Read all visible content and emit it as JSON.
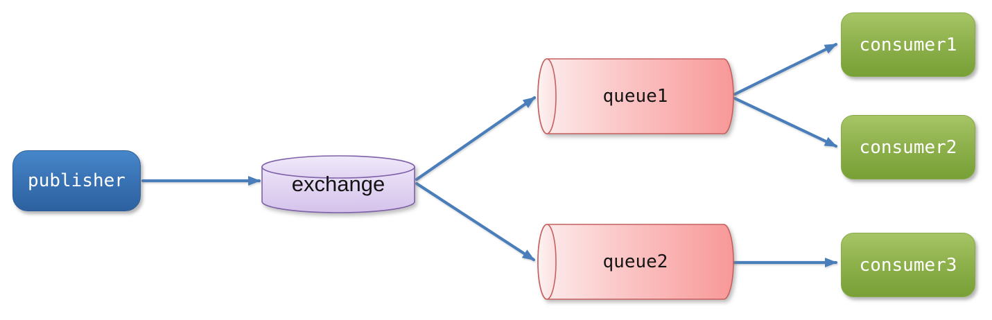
{
  "diagram": {
    "type": "message-broker-topology",
    "background": "#ffffff",
    "arrow_color": "#4a7ebb",
    "nodes": {
      "publisher": {
        "label": "publisher",
        "shape": "rounded-box",
        "fill": "#3a74b6",
        "text_color": "#ffffff"
      },
      "exchange": {
        "label": "exchange",
        "shape": "cylinder-vertical",
        "fill": "#ddcbee",
        "text_color": "#141414"
      },
      "queue1": {
        "label": "queue1",
        "shape": "cylinder-horizontal",
        "fill": "#f9a3a3",
        "text_color": "#141414"
      },
      "queue2": {
        "label": "queue2",
        "shape": "cylinder-horizontal",
        "fill": "#f9a3a3",
        "text_color": "#141414"
      },
      "consumer1": {
        "label": "consumer1",
        "shape": "rounded-box",
        "fill": "#8db04b",
        "text_color": "#ffffff"
      },
      "consumer2": {
        "label": "consumer2",
        "shape": "rounded-box",
        "fill": "#8db04b",
        "text_color": "#ffffff"
      },
      "consumer3": {
        "label": "consumer3",
        "shape": "rounded-box",
        "fill": "#8db04b",
        "text_color": "#ffffff"
      }
    },
    "edges": [
      {
        "from": "publisher",
        "to": "exchange"
      },
      {
        "from": "exchange",
        "to": "queue1"
      },
      {
        "from": "exchange",
        "to": "queue2"
      },
      {
        "from": "queue1",
        "to": "consumer1"
      },
      {
        "from": "queue1",
        "to": "consumer2"
      },
      {
        "from": "queue2",
        "to": "consumer3"
      }
    ]
  }
}
